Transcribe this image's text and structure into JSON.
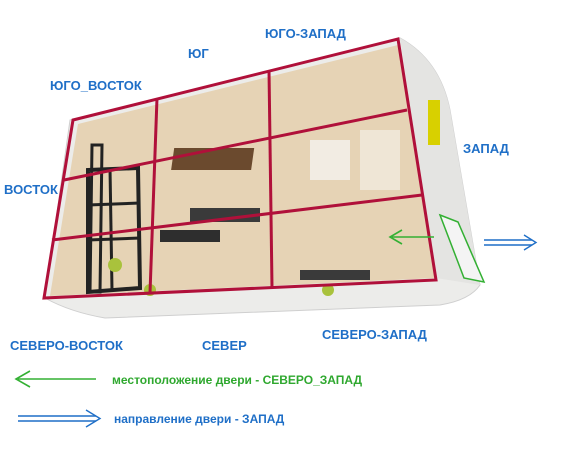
{
  "directions": {
    "south": "ЮГ",
    "south_west": "ЮГО-ЗАПАД",
    "south_east": "ЮГО_ВОСТОК",
    "east": "ВОСТОК",
    "west": "ЗАПАД",
    "north_east": "СЕВЕРО-ВОСТОК",
    "north": "СЕВЕР",
    "north_west": "СЕВЕРО-ЗАПАД"
  },
  "legend": {
    "door_location": "местоположение двери - СЕВЕРО_ЗАПАД",
    "door_direction": "направление двери - ЗАПАД"
  },
  "colors": {
    "grid": "#b0103a",
    "green_arrow": "#33b033",
    "blue_arrow": "#1f6fc7",
    "label_blue": "#1f6fc7",
    "legend_green": "#2fa82f"
  }
}
